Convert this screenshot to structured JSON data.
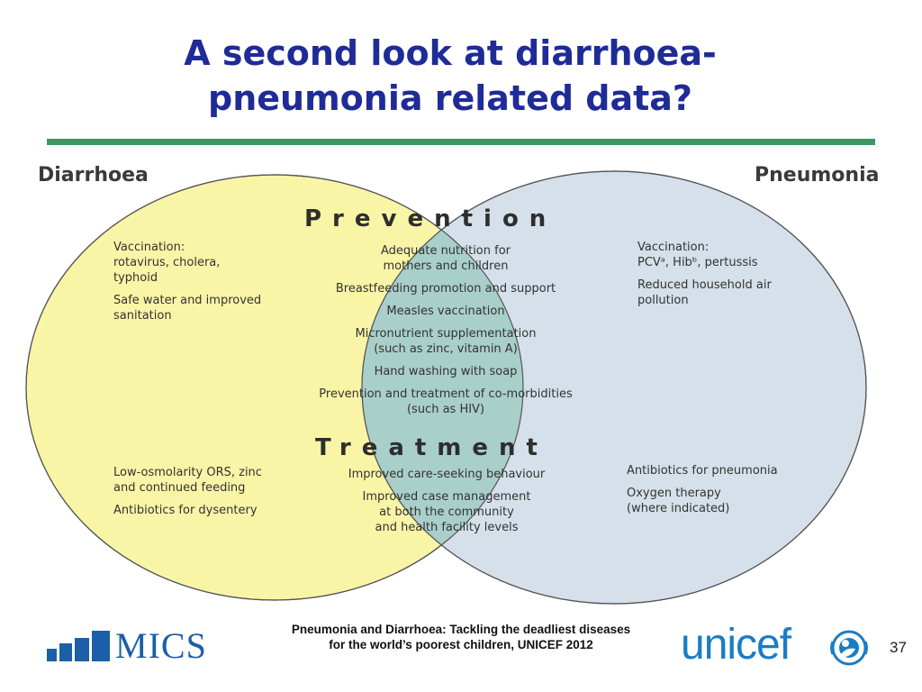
{
  "title": {
    "line1": "A second look at diarrhoea-",
    "line2": "pneumonia related data?"
  },
  "venn": {
    "left_set": "Diarrhoea",
    "right_set": "Pneumonia",
    "prevention_heading": "Prevention",
    "treatment_heading": "Treatment",
    "colors": {
      "left_fill": "#f9f5a6",
      "right_fill": "#d5e0ea",
      "overlap_fill": "#a9cfca",
      "stroke": "#555555"
    },
    "left_prevention": [
      [
        "Vaccination:",
        "rotavirus, cholera,",
        "typhoid"
      ],
      [
        "Safe water and improved",
        "sanitation"
      ]
    ],
    "right_prevention": [
      [
        "Vaccination:",
        "PCVᵃ, Hibᵇ, pertussis"
      ],
      [
        "Reduced household air",
        "pollution"
      ]
    ],
    "shared_prevention": [
      [
        "Adequate nutrition for",
        "mothers and children"
      ],
      [
        "Breastfeeding promotion and support"
      ],
      [
        "Measles vaccination"
      ],
      [
        "Micronutrient supplementation",
        "(such as zinc, vitamin A)"
      ],
      [
        "Hand washing with soap"
      ],
      [
        "Prevention and treatment of co-morbidities",
        "(such as HIV)"
      ]
    ],
    "left_treatment": [
      [
        "Low-osmolarity ORS, zinc",
        "and continued feeding"
      ],
      [
        "Antibiotics for dysentery"
      ]
    ],
    "right_treatment": [
      [
        "Antibiotics for pneumonia"
      ],
      [
        "Oxygen therapy",
        "(where indicated)"
      ]
    ],
    "shared_treatment": [
      [
        "Improved care-seeking behaviour"
      ],
      [
        "Improved case management",
        "at both the community",
        "and health facility levels"
      ]
    ]
  },
  "footer": {
    "source_line1": "Pneumonia and Diarrhoea: Tackling the deadliest diseases",
    "source_line2": "for the world’s poorest children, UNICEF 2012",
    "mics_logo_text": "MICS",
    "unicef_logo_text": "unicef",
    "page_number": "37"
  }
}
